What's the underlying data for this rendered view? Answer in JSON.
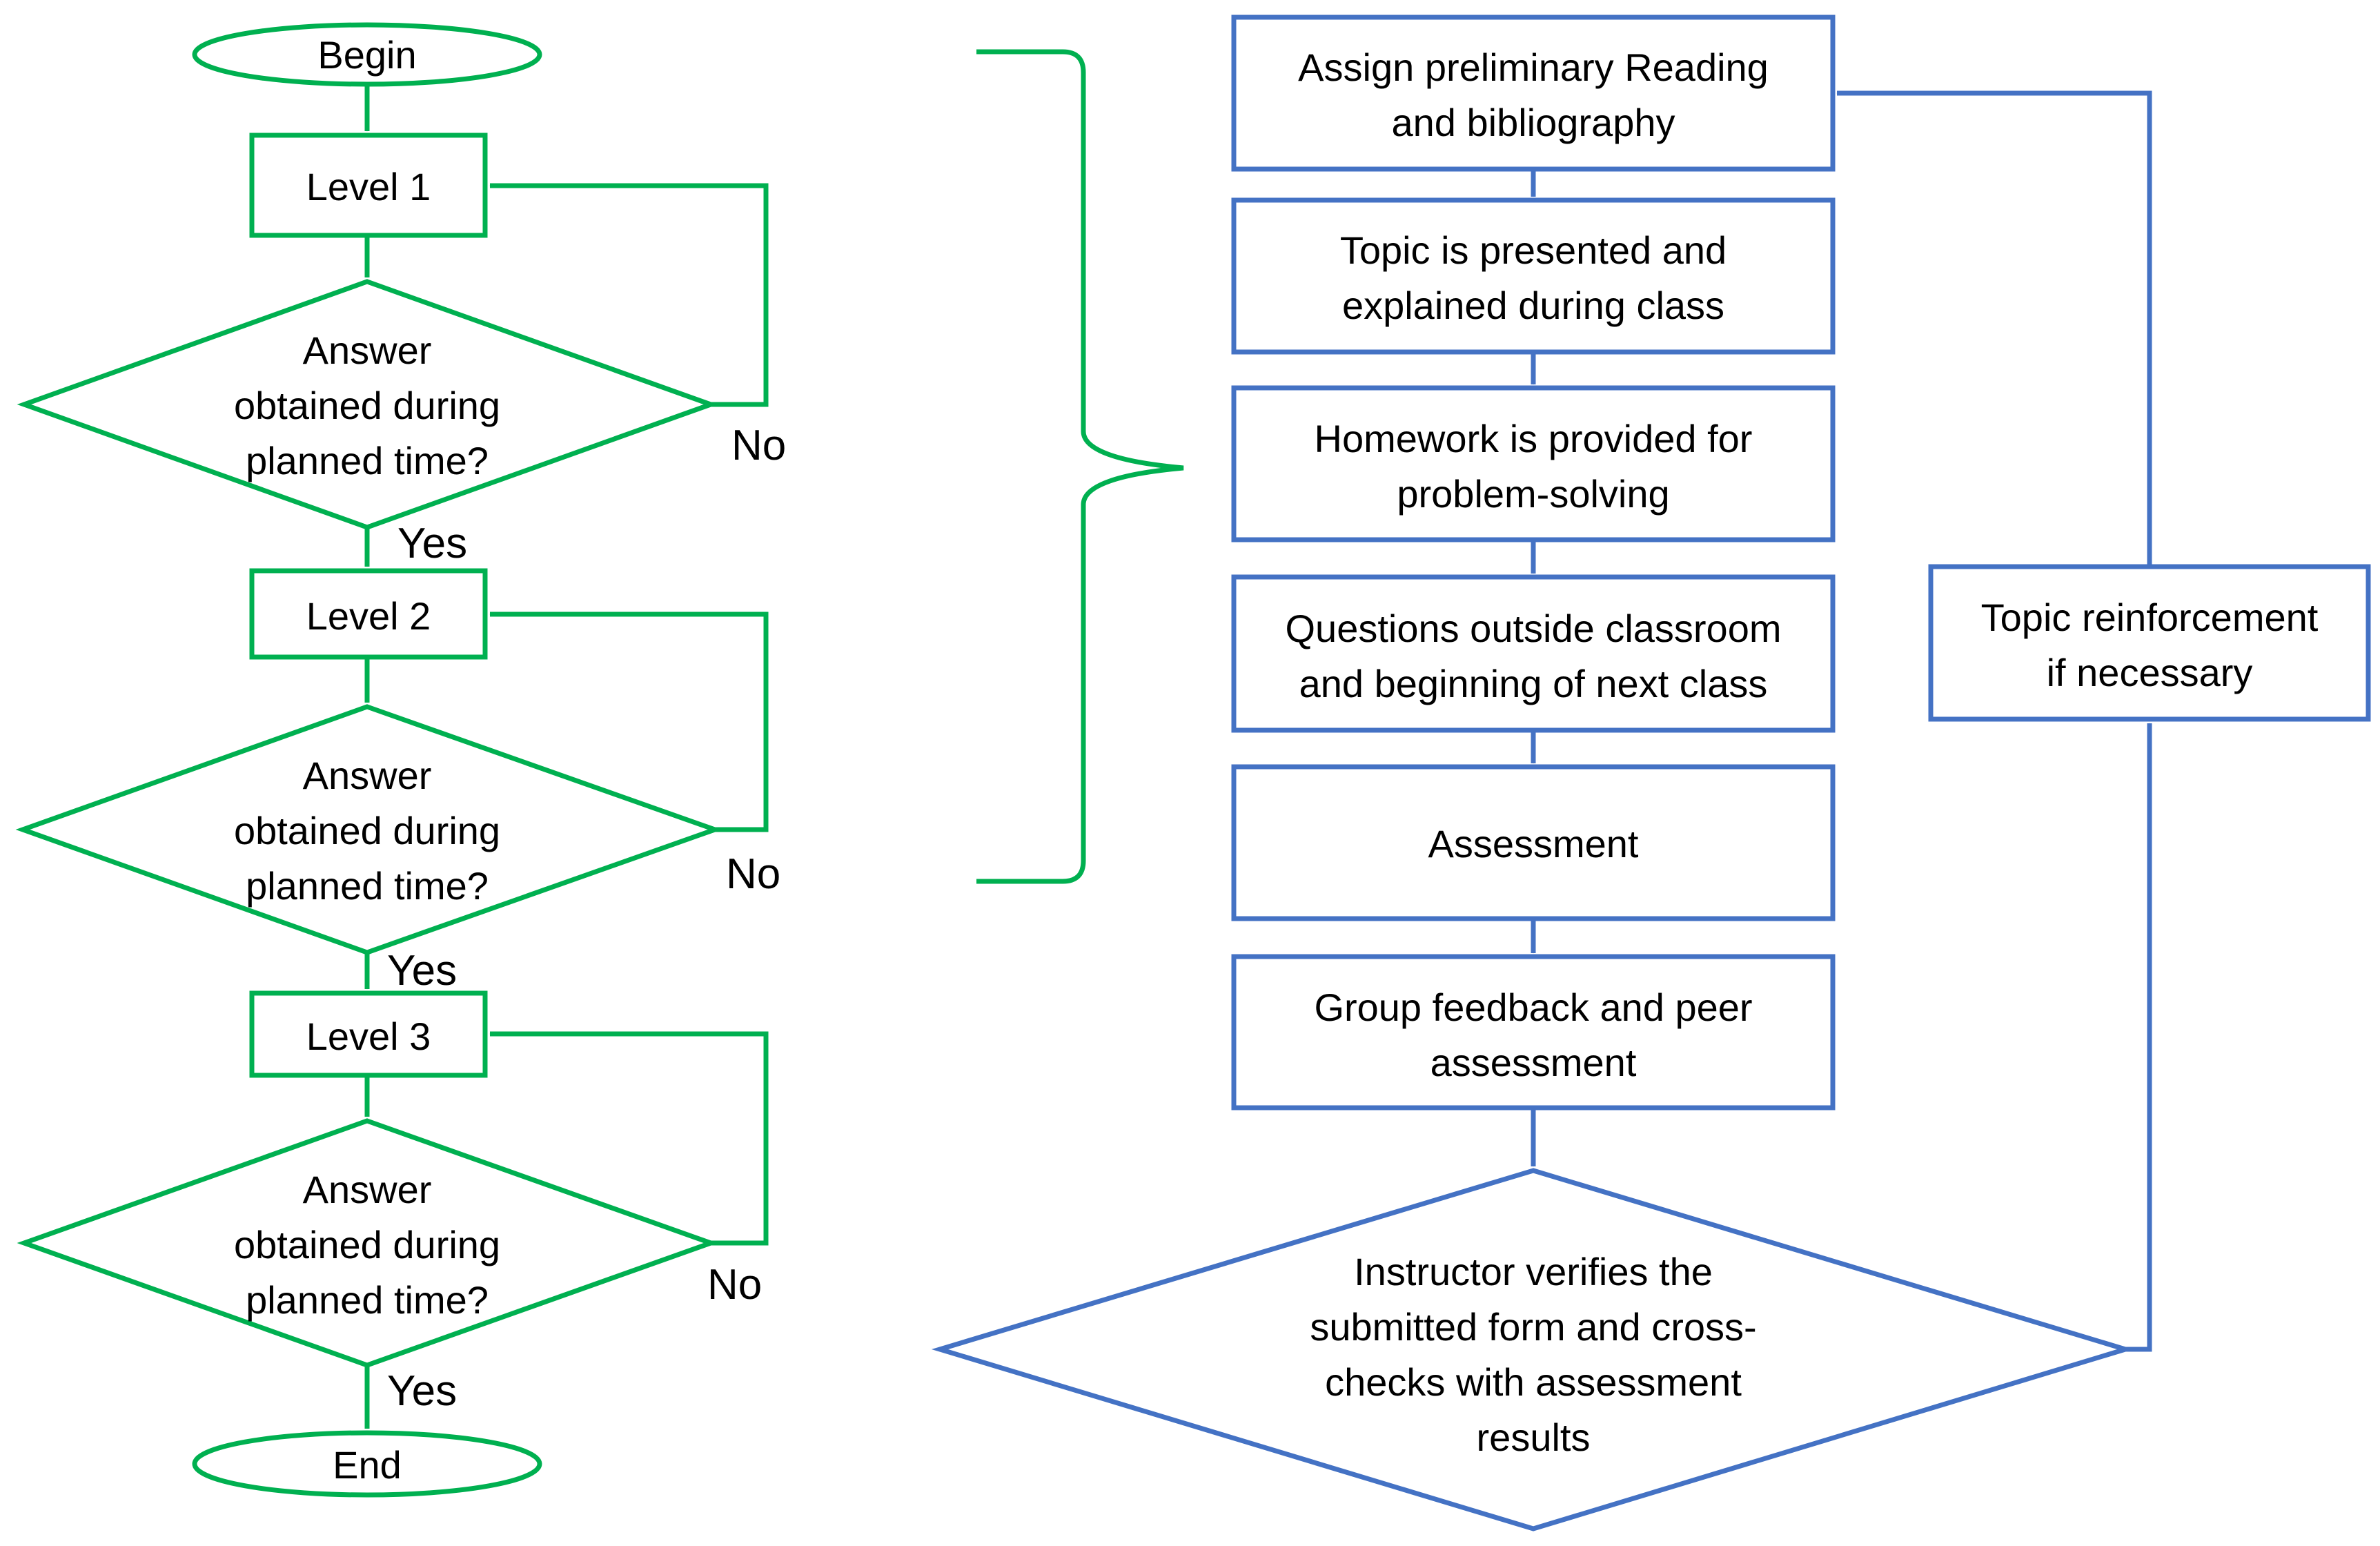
{
  "colors": {
    "left_flow": "#00b050",
    "right_flow": "#4472c4",
    "text": "#000000",
    "background": "#ffffff"
  },
  "left": {
    "begin": "Begin",
    "end": "End",
    "levels": [
      "Level 1",
      "Level 2",
      "Level 3"
    ],
    "decision_lines": [
      "Answer",
      "obtained during",
      "planned time?"
    ],
    "no_label": "No",
    "yes_label": "Yes"
  },
  "right": {
    "steps": [
      {
        "lines": [
          "Assign preliminary Reading",
          "and bibliography"
        ]
      },
      {
        "lines": [
          "Topic is presented and",
          "explained during class"
        ]
      },
      {
        "lines": [
          "Homework is provided for",
          "problem-solving"
        ]
      },
      {
        "lines": [
          "Questions outside classroom",
          "and beginning of next class"
        ]
      },
      {
        "lines": [
          "Assessment"
        ]
      },
      {
        "lines": [
          "Group feedback and peer",
          "assessment"
        ]
      }
    ],
    "decision_lines": [
      "Instructor verifies the",
      "submitted form and cross-",
      "checks with assessment",
      "results"
    ],
    "reinforcement_lines": [
      "Topic reinforcement",
      "if necessary"
    ]
  }
}
